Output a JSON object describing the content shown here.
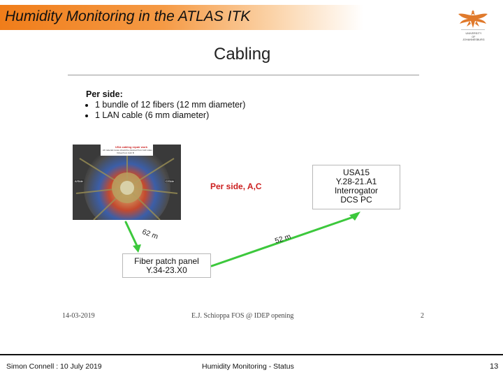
{
  "header": {
    "title": "Humidity Monitoring in the ATLAS ITK"
  },
  "logo": {
    "line1": "UNIVERSITY",
    "line2": "OF",
    "line3": "JOHANNESBURG"
  },
  "slide": {
    "title": "Cabling",
    "per_side_heading": "Per side:",
    "bullets": [
      "1 bundle of 12 fibers (12 mm diameter)",
      "1 LAN cable (6 mm diameter)"
    ],
    "center_label": "Per side, A,C",
    "photo": {
      "caption_line1": "USA cabling repair work",
      "caption_line2": "All material routes should be planned from both sides",
      "caption_line3": "Virtual from both B",
      "left_tag": "A/Side",
      "right_tag": "C/Side"
    },
    "usa_box": [
      "USA15",
      "Y.28-21.A1",
      "Interrogator",
      "DCS PC"
    ],
    "fiber_box": [
      "Fiber patch panel",
      "Y.34-23.X0"
    ],
    "distance_1": "62 m",
    "distance_2": "52 m",
    "inner_footer": {
      "date": "14-03-2019",
      "author": "E.J. Schioppa FOS @ IDEP opening",
      "page": "2"
    }
  },
  "footer": {
    "left": "Simon Connell : 10 July 2019",
    "center": "Humidity Monitoring - Status",
    "page": "13"
  },
  "colors": {
    "title_bar": "#f07d1a",
    "arrow": "#3cc83c",
    "red_label": "#cc1f1f",
    "logo": "#e07a2c"
  }
}
